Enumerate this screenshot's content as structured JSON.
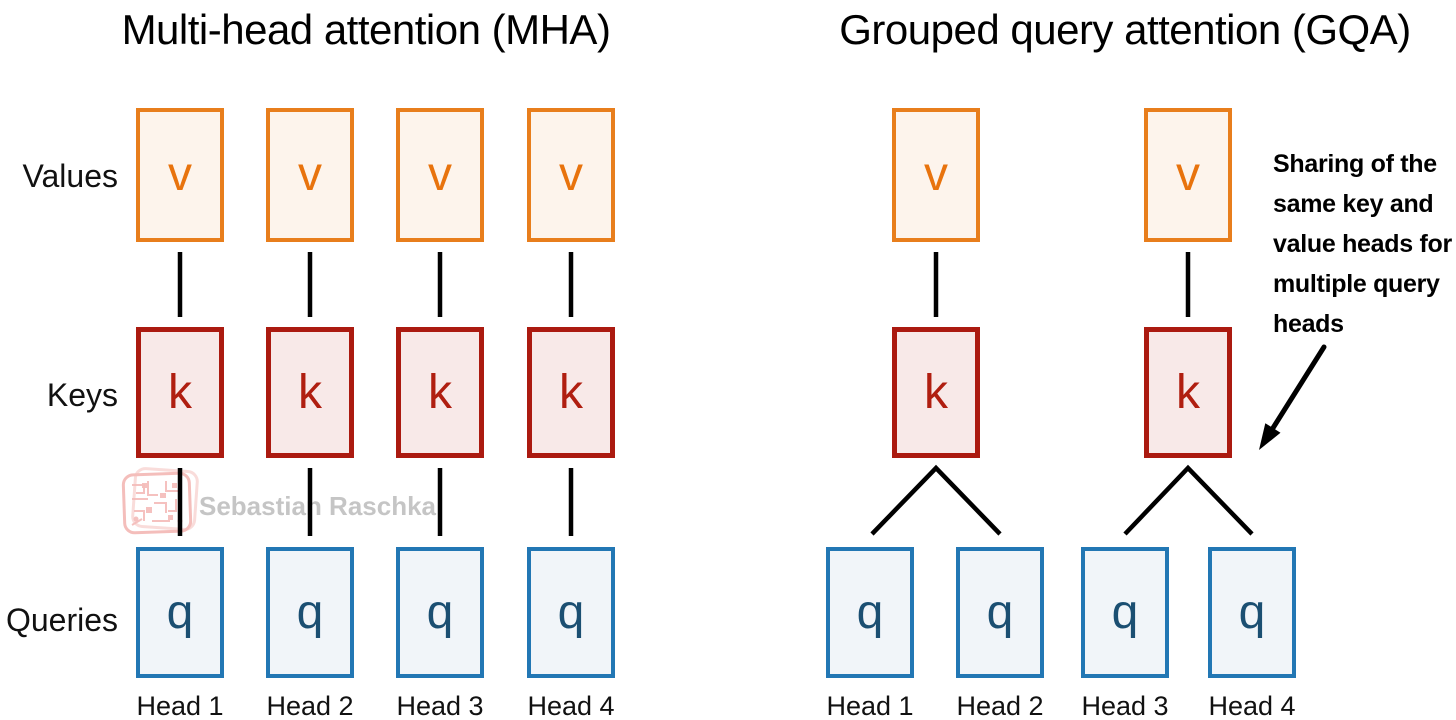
{
  "mha": {
    "title": "Multi-head attention (MHA)",
    "row_labels": {
      "values": "Values",
      "keys": "Keys",
      "queries": "Queries"
    },
    "box_letters": {
      "value": "v",
      "key": "k",
      "query": "q"
    },
    "heads": [
      "Head 1",
      "Head 2",
      "Head 3",
      "Head 4"
    ]
  },
  "gqa": {
    "title": "Grouped query attention (GQA)",
    "box_letters": {
      "value": "v",
      "key": "k",
      "query": "q"
    },
    "heads": [
      "Head 1",
      "Head 2",
      "Head 3",
      "Head 4"
    ],
    "annotation_lines": [
      "Sharing of the",
      "same key and",
      "value heads for",
      "multiple query",
      "heads"
    ]
  },
  "watermark": {
    "text": "Sebastian Raschka",
    "logo": "circuit-chip-logo"
  },
  "colors": {
    "value_border": "#E87E1C",
    "value_fill": "#FDF4EC",
    "value_letter": "#E8730D",
    "key_border": "#AB1A10",
    "key_fill": "#F8E9E8",
    "key_letter": "#B01E10",
    "query_border": "#2277B4",
    "query_fill": "#F1F5F9",
    "query_letter": "#1B4F72",
    "connector_line": "#000000",
    "annotation_text": "#000000",
    "watermark_pink": "#F2AEAB",
    "watermark_gray": "#C5C5C5"
  }
}
